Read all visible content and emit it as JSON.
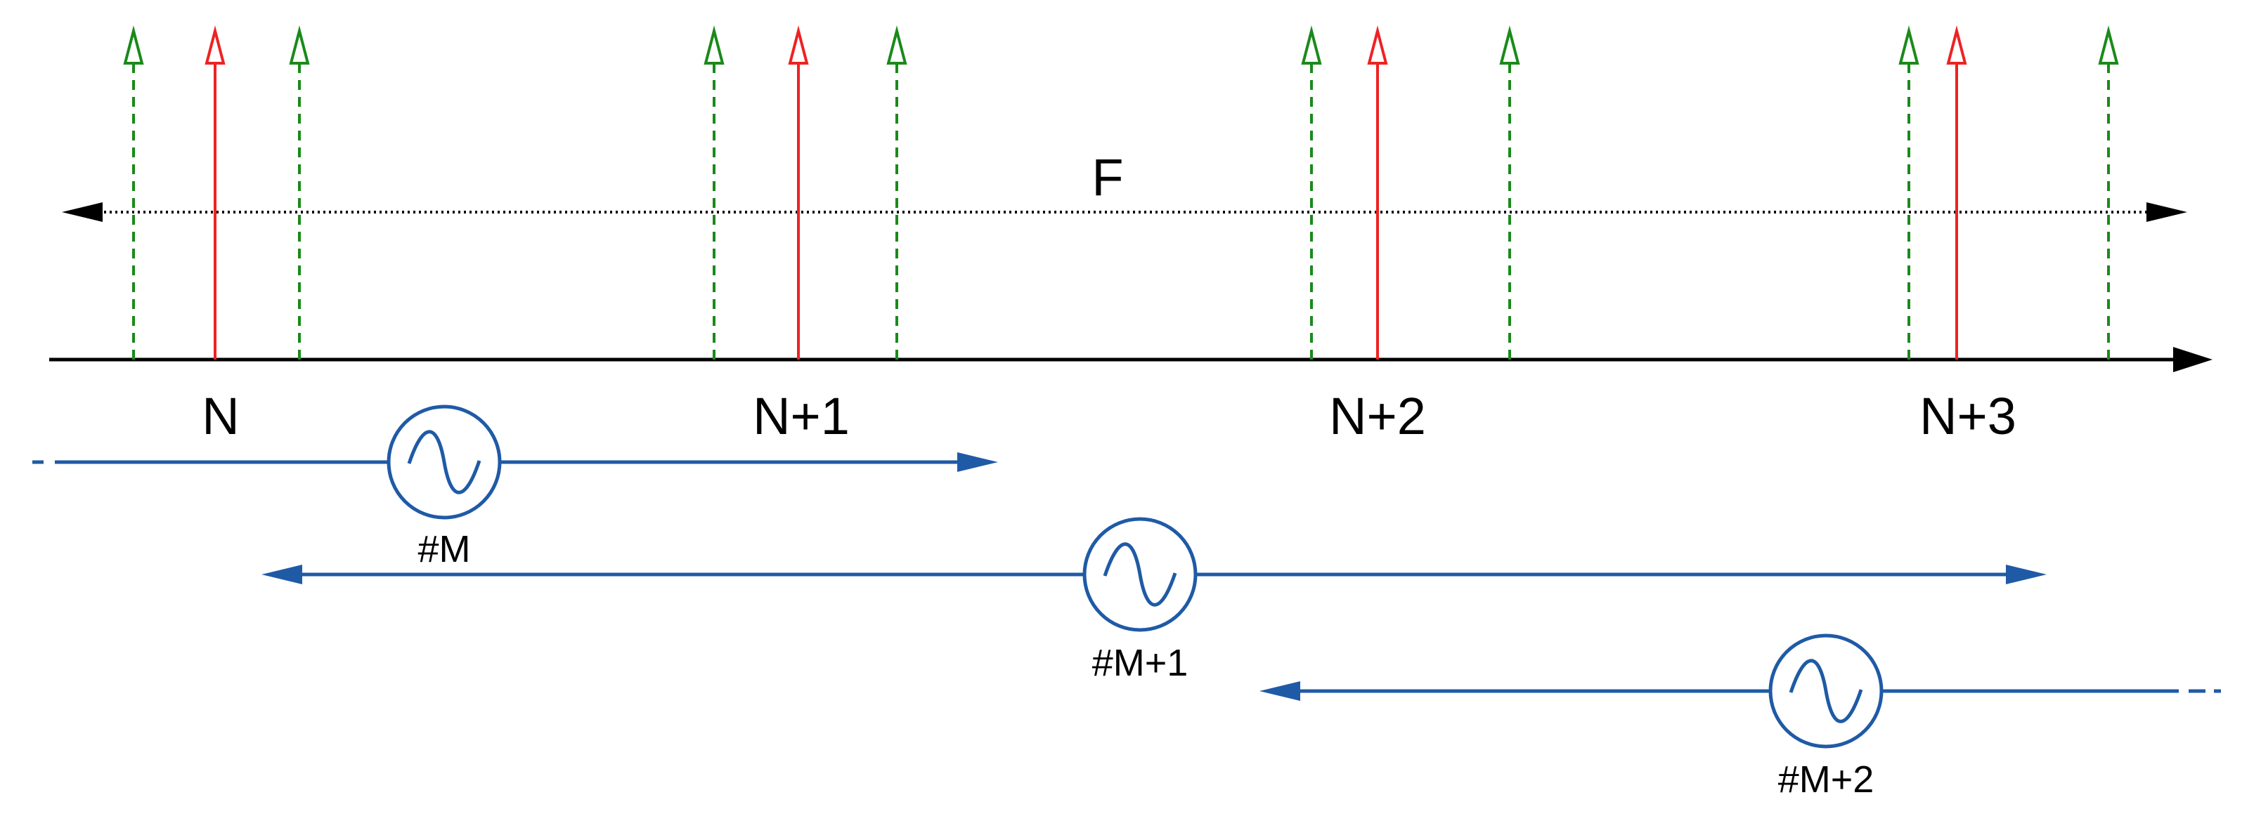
{
  "diagram": {
    "frequency_axis_label": "F",
    "channels": [
      {
        "label": "N"
      },
      {
        "label": "N+1"
      },
      {
        "label": "N+2"
      },
      {
        "label": "N+3"
      }
    ],
    "oscillators": [
      {
        "label": "#M"
      },
      {
        "label": "#M+1"
      },
      {
        "label": "#M+2"
      }
    ]
  },
  "colors": {
    "axis": "#000000",
    "carrier": "#ee2222",
    "sideband": "#1a8a1a",
    "oscillator": "#1f5aa6",
    "dotted_arrow": "#000000"
  }
}
